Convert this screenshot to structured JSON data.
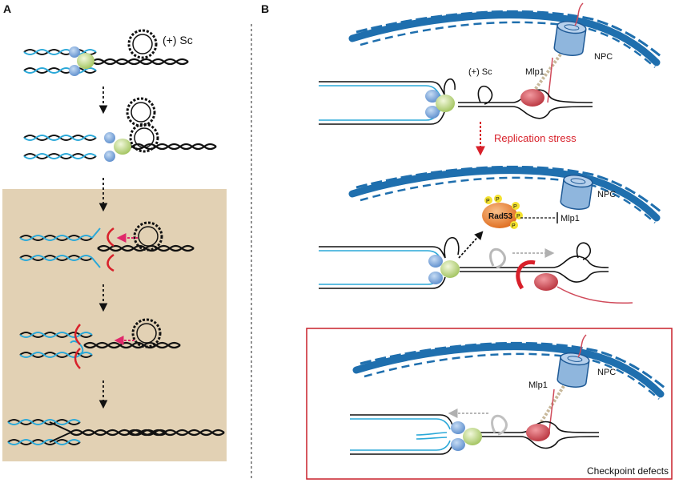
{
  "panel_a": {
    "label": "A",
    "supercoil_label": "(+) Sc"
  },
  "panel_b": {
    "label": "B",
    "npc_label": "NPC",
    "mlp1_label": "Mlp1",
    "supercoil_label": "(+) Sc",
    "stress_label": "Replication stress",
    "rad53_label": "Rad53",
    "phospho_label": "P",
    "defect_label": "Checkpoint defects"
  },
  "colors": {
    "envelope_blue": "#1f6fae",
    "npc_blue": "#8fb6dd",
    "helicase_blue": "#6f9fd8",
    "polymerase_green": "#b8d37a",
    "mlp1_red": "#c8404a",
    "rad53_orange": "#e97b2a",
    "phospho_yellow": "#f4e230",
    "stress_red": "#d8202a",
    "shaded_panel": "#e2d1b4",
    "defect_box": "#c8202a"
  }
}
